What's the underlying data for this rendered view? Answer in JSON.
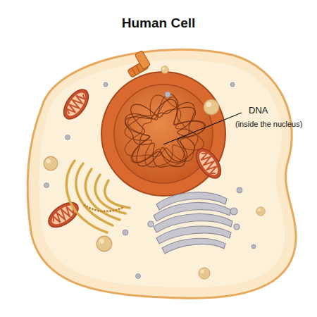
{
  "diagram": {
    "title": "Human Cell",
    "labels": [
      "DNA",
      "(inside the nucleus)"
    ]
  }
}
